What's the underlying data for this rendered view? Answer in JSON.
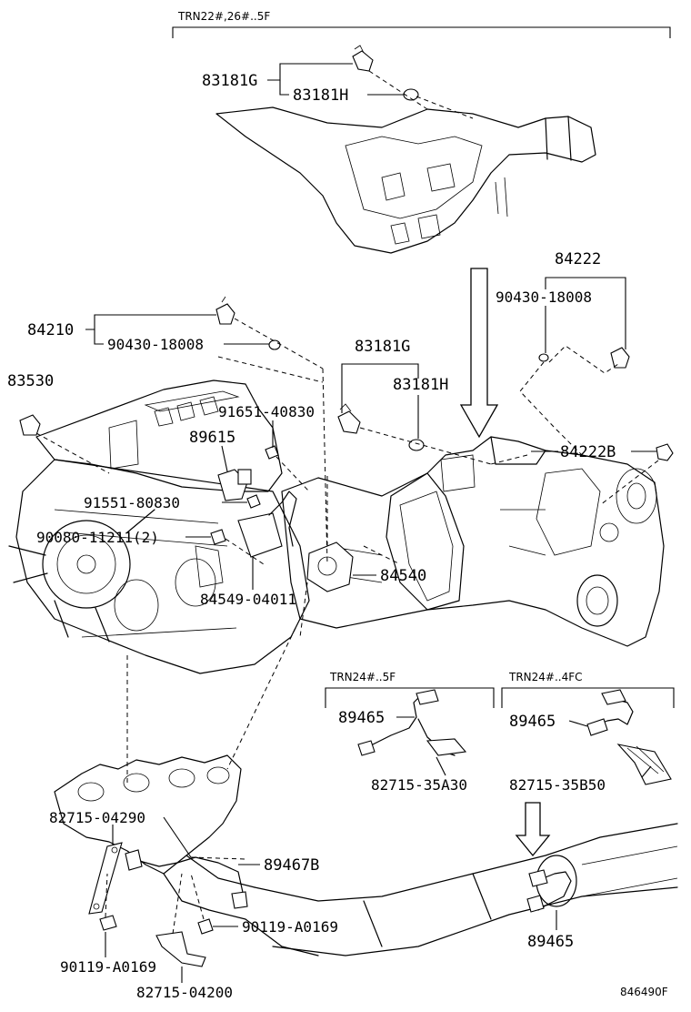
{
  "sections": {
    "top": "TRN22#,26#..5F",
    "mid_left": "TRN24#..5F",
    "mid_right": "TRN24#..4FC"
  },
  "labels": {
    "p83181G_top": "83181G",
    "p83181H_top": "83181H",
    "p84210": "84210",
    "p90430_left": "90430-18008",
    "p84222": "84222",
    "p90430_right": "90430-18008",
    "p83530": "83530",
    "p83181G_mid": "83181G",
    "p83181H_mid": "83181H",
    "p91651": "91651-40830",
    "p89615": "89615",
    "p84222B": "84222B",
    "p91551": "91551-80830",
    "p90080": "90080-11211(2)",
    "p84540": "84540",
    "p84549": "84549-04011",
    "p89465_a": "89465",
    "p82715_35A30": "82715-35A30",
    "p89465_b": "89465",
    "p82715_35B50": "82715-35B50",
    "p82715_04290": "82715-04290",
    "p89467B": "89467B",
    "p90119_a": "90119-A0169",
    "p90119_b": "90119-A0169",
    "p82715_04200": "82715-04200",
    "p89465_c": "89465",
    "code": "846490F"
  }
}
